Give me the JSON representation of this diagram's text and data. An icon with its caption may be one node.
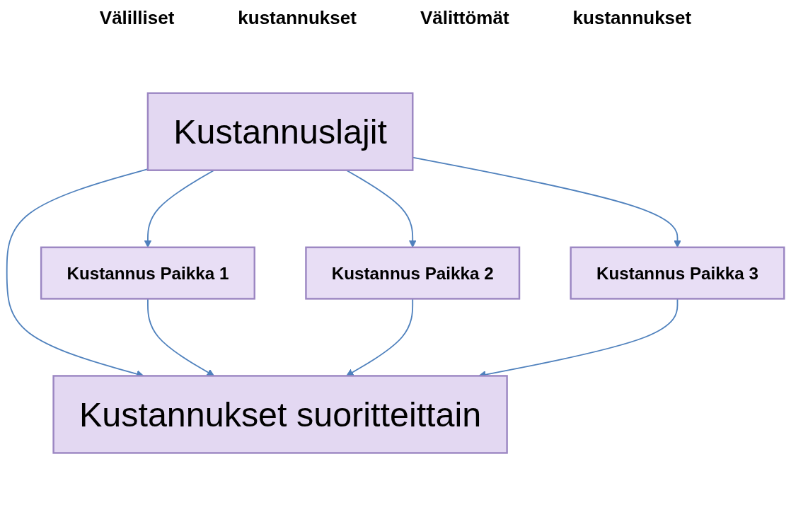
{
  "diagram": {
    "nodes": [
      {
        "text": [
          "Kustannuslajit"
        ]
      },
      {
        "text": [
          "Kustannus Paikka 1"
        ]
      },
      {
        "text": [
          "Kustannus Paikka 2"
        ]
      },
      {
        "text": [
          "Kustannus Paikka 3"
        ]
      },
      {
        "text": [
          "Kustannukset suoritteittain"
        ]
      }
    ],
    "edges": [
      {
        "from": 0,
        "to": 1,
        "arrow": "to"
      },
      {
        "from": 0,
        "to": 2,
        "arrow": "to"
      },
      {
        "from": 0,
        "to": 3,
        "arrow": "to"
      },
      {
        "from": 0,
        "to": 4,
        "arrow": "to"
      },
      {
        "from": 1,
        "to": 4,
        "arrow": "to"
      },
      {
        "from": 2,
        "to": 4,
        "arrow": "to"
      },
      {
        "from": 3,
        "to": 4,
        "arrow": "to"
      }
    ],
    "labels": [
      "Välilliset",
      "kustannukset",
      "Välittömät",
      "kustannukset"
    ]
  }
}
